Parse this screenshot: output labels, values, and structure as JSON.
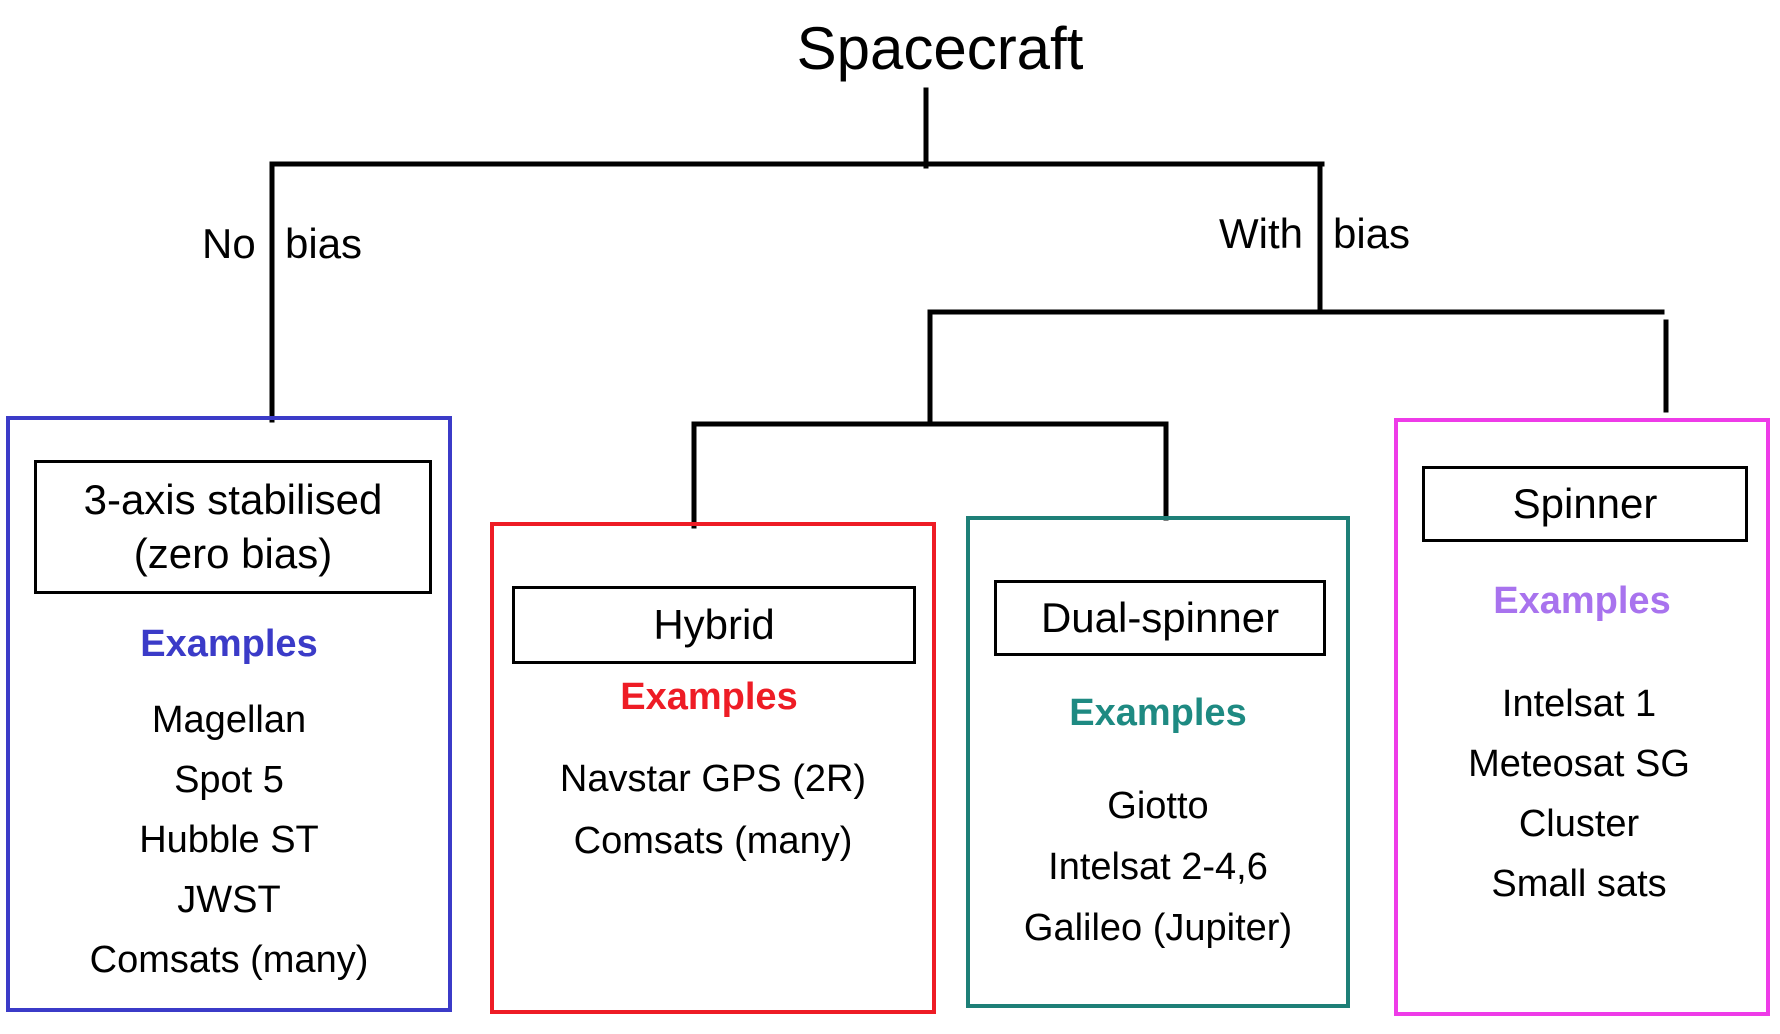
{
  "diagram": {
    "root": {
      "label": "Spacecraft"
    },
    "branch_labels": {
      "no_bias": [
        "No",
        "bias"
      ],
      "with_bias": [
        "With",
        "bias"
      ]
    },
    "categories": [
      {
        "id": "three-axis",
        "name_lines": [
          "3-axis stabilised",
          "(zero bias)"
        ],
        "color": "#3b3bc8",
        "examples_heading": "Examples",
        "examples_color": "#3b3bc8",
        "examples": [
          "Magellan",
          "Spot 5",
          "Hubble ST",
          "JWST",
          "Comsats (many)"
        ]
      },
      {
        "id": "hybrid",
        "name_lines": [
          "Hybrid"
        ],
        "color": "#ee1c25",
        "examples_heading": "Examples",
        "examples_color": "#ee1c25",
        "examples": [
          "Navstar GPS (2R)",
          "Comsats (many)"
        ]
      },
      {
        "id": "dual-spinner",
        "name_lines": [
          "Dual-spinner"
        ],
        "color": "#1e7f77",
        "examples_heading": "Examples",
        "examples_color": "#1e8a82",
        "examples": [
          "Giotto",
          "Intelsat 2-4,6",
          "Galileo (Jupiter)"
        ]
      },
      {
        "id": "spinner",
        "name_lines": [
          "Spinner"
        ],
        "color": "#ee3be8",
        "examples_heading": "Examples",
        "examples_color": "#a873ee",
        "examples": [
          "Intelsat 1",
          "Meteosat SG",
          "Cluster",
          "Small sats"
        ]
      }
    ]
  }
}
